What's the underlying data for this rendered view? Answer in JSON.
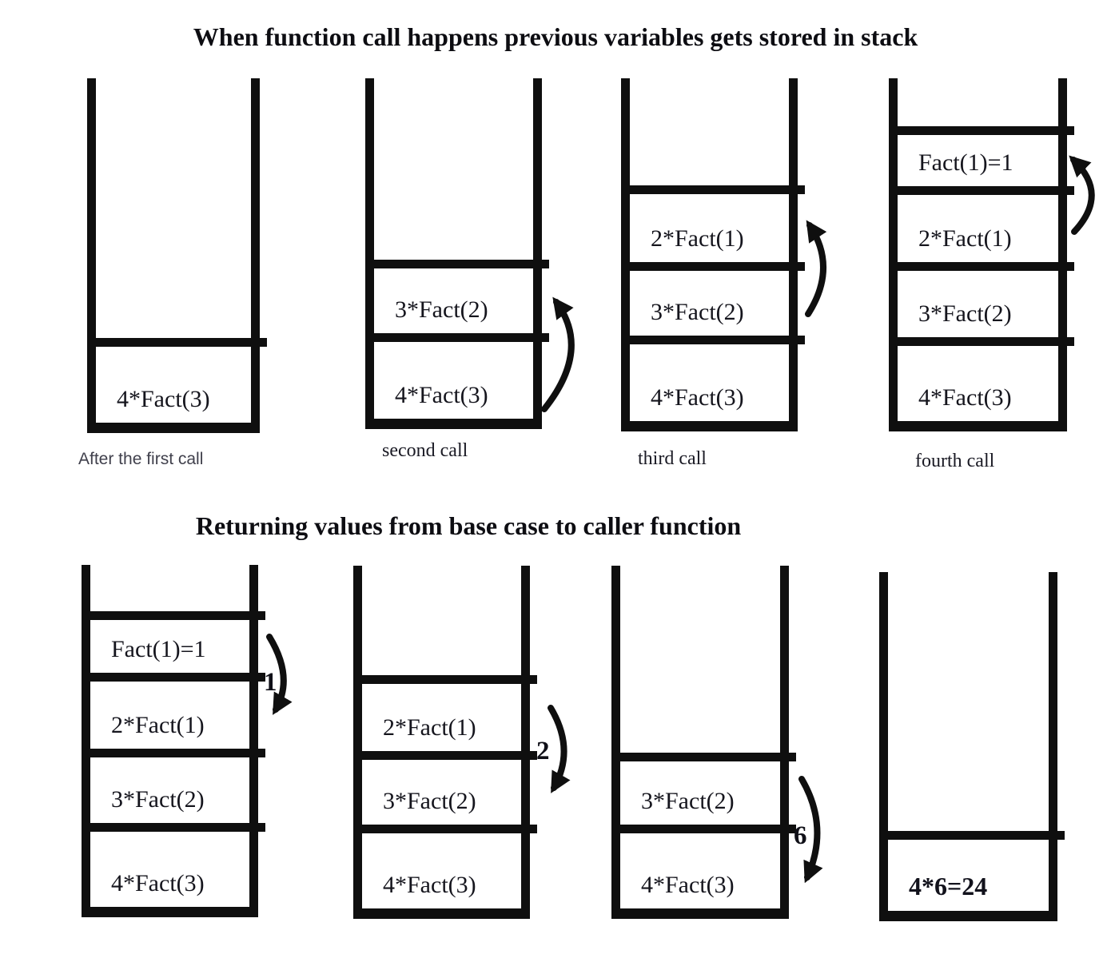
{
  "header": {
    "top_title": "When function call happens previous variables gets stored in stack",
    "bottom_title": "Returning values from base case to caller function"
  },
  "call_stacks": [
    {
      "caption": "After the first call",
      "cells": [
        "4*Fact(3)"
      ]
    },
    {
      "caption": "second call",
      "cells": [
        "3*Fact(2)",
        "4*Fact(3)"
      ]
    },
    {
      "caption": "third call",
      "cells": [
        "2*Fact(1)",
        "3*Fact(2)",
        "4*Fact(3)"
      ]
    },
    {
      "caption": "fourth call",
      "cells": [
        "Fact(1)=1",
        "2*Fact(1)",
        "3*Fact(2)",
        "4*Fact(3)"
      ]
    }
  ],
  "return_stacks": [
    {
      "cells": [
        "Fact(1)=1",
        "2*Fact(1)",
        "3*Fact(2)",
        "4*Fact(3)"
      ],
      "returned_value": "1"
    },
    {
      "cells": [
        "2*Fact(1)",
        "3*Fact(2)",
        "4*Fact(3)"
      ],
      "returned_value": "2"
    },
    {
      "cells": [
        "3*Fact(2)",
        "4*Fact(3)"
      ],
      "returned_value": "6"
    },
    {
      "cells": [
        "4*6=24"
      ],
      "returned_value": ""
    }
  ],
  "colors": {
    "ink": "#0f0f0f",
    "cell_text": "#15151d",
    "caption_muted": "#40404c"
  }
}
